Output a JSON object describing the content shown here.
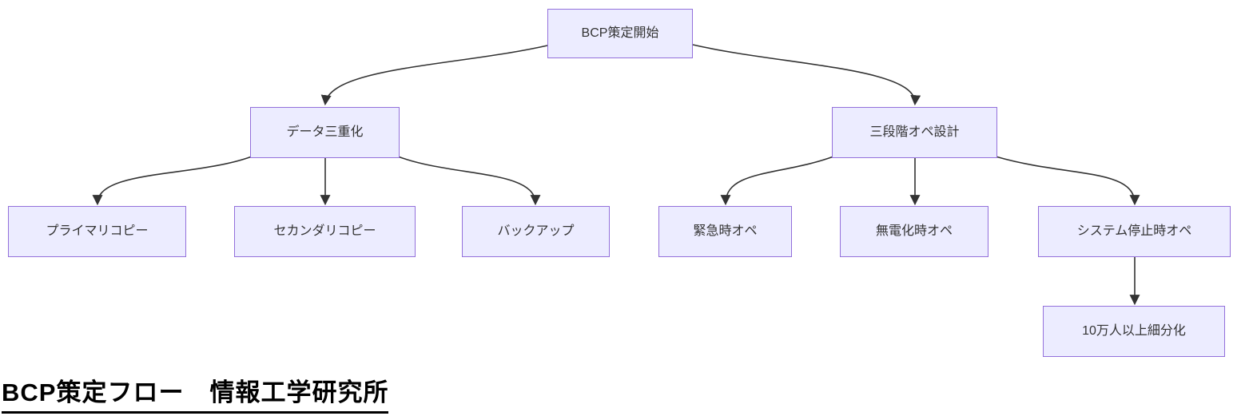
{
  "theme": {
    "node_fill": "#ECECFF",
    "node_border": "#9370DB",
    "edge": "#333333",
    "node_text": "#333333",
    "caption_text": "#000000",
    "bg": "#ffffff"
  },
  "diagram": {
    "type": "flowchart-top-down",
    "nodes": [
      {
        "id": "start",
        "label": "BCP策定開始"
      },
      {
        "id": "data-triplication",
        "label": "データ三重化"
      },
      {
        "id": "three-stage-ops",
        "label": "三段階オペ設計"
      },
      {
        "id": "primary-copy",
        "label": "プライマリコピー"
      },
      {
        "id": "secondary-copy",
        "label": "セカンダリコピー"
      },
      {
        "id": "backup",
        "label": "バックアップ"
      },
      {
        "id": "emergency-ops",
        "label": "緊急時オペ"
      },
      {
        "id": "no-power-ops",
        "label": "無電化時オペ"
      },
      {
        "id": "system-stop-ops",
        "label": "システム停止時オペ"
      },
      {
        "id": "subdivision",
        "label": "10万人以上細分化"
      }
    ],
    "edges": [
      {
        "from": "start",
        "to": "data-triplication"
      },
      {
        "from": "start",
        "to": "three-stage-ops"
      },
      {
        "from": "data-triplication",
        "to": "primary-copy"
      },
      {
        "from": "data-triplication",
        "to": "secondary-copy"
      },
      {
        "from": "data-triplication",
        "to": "backup"
      },
      {
        "from": "three-stage-ops",
        "to": "emergency-ops"
      },
      {
        "from": "three-stage-ops",
        "to": "no-power-ops"
      },
      {
        "from": "three-stage-ops",
        "to": "system-stop-ops"
      },
      {
        "from": "system-stop-ops",
        "to": "subdivision"
      }
    ]
  },
  "caption": {
    "text": "BCP策定フロー　情報工学研究所"
  }
}
